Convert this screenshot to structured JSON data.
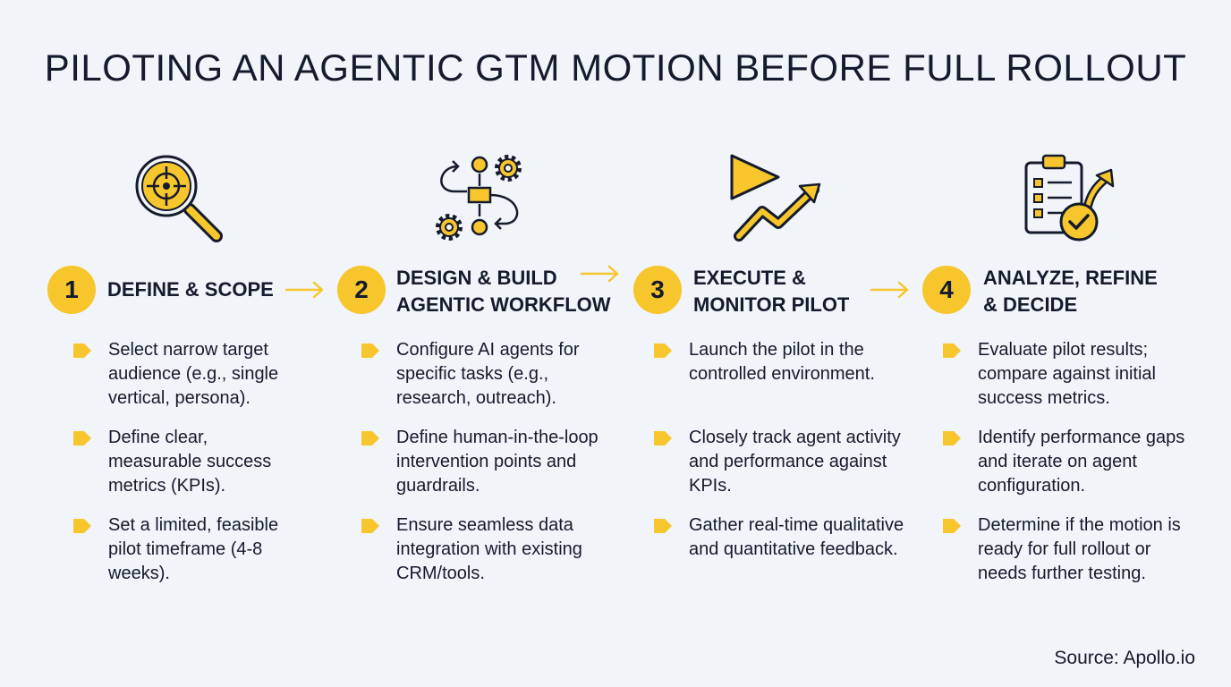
{
  "title": "PILOTING AN AGENTIC GTM MOTION BEFORE FULL ROLLOUT",
  "colors": {
    "accent": "#f6c62c",
    "text": "#141b2d",
    "background": "#f1f4f9"
  },
  "steps": [
    {
      "number": "1",
      "title": "DEFINE & SCOPE",
      "icon": "magnifier-target-icon",
      "bullets": [
        "Select narrow target audience (e.g., single vertical, persona).",
        "Define clear, measurable success metrics (KPIs).",
        "Set a limited, feasible pilot timeframe (4-8 weeks)."
      ]
    },
    {
      "number": "2",
      "title": "DESIGN & BUILD\nAGENTIC WORKFLOW",
      "icon": "workflow-gears-icon",
      "bullets": [
        "Configure AI agents for specific tasks (e.g., research, outreach).",
        "Define human-in-the-loop intervention points and guardrails.",
        "Ensure seamless data integration with existing CRM/tools."
      ]
    },
    {
      "number": "3",
      "title": "EXECUTE &\nMONITOR PILOT",
      "icon": "play-trend-icon",
      "bullets": [
        "Launch the pilot in the controlled environment.",
        "Closely track agent activity and performance against KPIs.",
        "Gather real-time qualitative and quantitative feedback."
      ]
    },
    {
      "number": "4",
      "title": "ANALYZE, REFINE\n& DECIDE",
      "icon": "clipboard-check-icon",
      "bullets": [
        "Evaluate pilot results; compare against initial success metrics.",
        "Identify performance gaps and iterate on agent configuration.",
        "Determine if the motion is ready for full rollout or needs further testing."
      ]
    }
  ],
  "source": "Source: Apollo.io"
}
